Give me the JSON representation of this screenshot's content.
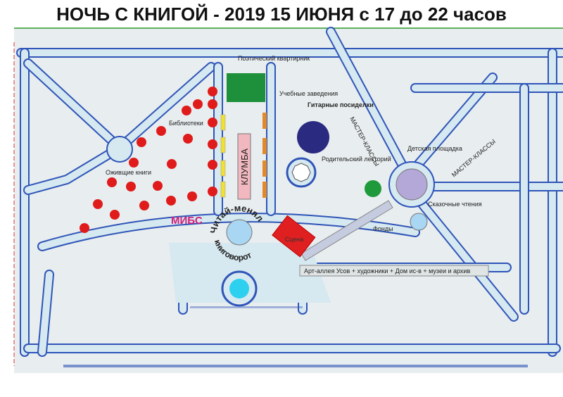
{
  "title": "НОЧЬ С КНИГОЙ - 2019 15 ИЮНЯ с 17 до 22 часов",
  "labels": {
    "poetry": "Поэтический квартирник",
    "schools": "Учебные заведения",
    "guitar": "Гитарные посиделки",
    "libraries": "Библиотеки",
    "klumba": "КЛУМБА",
    "living_books": "Оживщие книги",
    "mibs": "МИБС",
    "chitai": "Читай-менял",
    "knigovorot": "книговорот",
    "stage": "Сцена",
    "parents": "Родительский лекторий",
    "playground": "Детская площадка",
    "master1": "МАСТЕР-КЛАССЫ",
    "master2": "МАСТЕР-КЛАССЫ",
    "fairy": "Сказочные чтения",
    "funds": "Фонды",
    "art_alley": "Арт-аллея Усов + художники + Дом ис-в + музеи и архив"
  },
  "colors": {
    "poetry": "#1e8f3a",
    "klumba": "#f2b8bf",
    "libraries": "#f0e030",
    "schools": "#e08a2a",
    "living_books": "#e01b1b",
    "guitar": "#2a2a80",
    "parents": "#1e9a3a",
    "playground": "#b4a8d8",
    "fairy": "#a9d6f2",
    "stage": "#e02020",
    "chitai": "#a9d6f2",
    "fountain": "#2ed0f0",
    "mibs": "#d0207a",
    "road": "#2f55b8"
  }
}
